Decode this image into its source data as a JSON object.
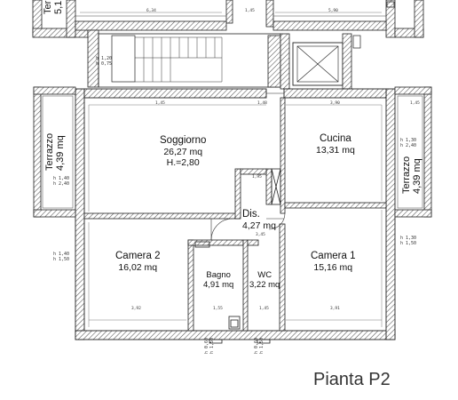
{
  "plan": {
    "title": "Pianta P2",
    "rooms": [
      {
        "key": "soggiorno",
        "name": "Soggiorno",
        "area": "26,27 mq",
        "height": "H.=2,80"
      },
      {
        "key": "cucina",
        "name": "Cucina",
        "area": "13,31 mq"
      },
      {
        "key": "dis",
        "name": "Dis.",
        "area": "4,27 mq"
      },
      {
        "key": "camera2",
        "name": "Camera 2",
        "area": "16,02 mq"
      },
      {
        "key": "camera1",
        "name": "Camera 1",
        "area": "15,16 mq"
      },
      {
        "key": "bagno",
        "name": "Bagno",
        "area": "4,91 mq"
      },
      {
        "key": "wc",
        "name": "WC",
        "area": "3,22 mq"
      },
      {
        "key": "terrazzo_left",
        "name": "Terrazzo",
        "area": "4,39 mq"
      },
      {
        "key": "terrazzo_right",
        "name": "Terrazzo",
        "area": "4,39 mq"
      },
      {
        "key": "top_left_partial",
        "name": "Ter",
        "area": "5,1"
      }
    ],
    "window_marks": [
      {
        "key": "w1",
        "lines": [
          "h 1,20",
          "h 0,75"
        ]
      },
      {
        "key": "w2",
        "lines": [
          "h 1,40",
          "h 2,40"
        ]
      },
      {
        "key": "w3",
        "lines": [
          "h 1,40",
          "h 1,50"
        ]
      },
      {
        "key": "w4",
        "lines": [
          "h 1,30",
          "h 2,40"
        ]
      },
      {
        "key": "w5",
        "lines": [
          "h 1,30",
          "h 1,50"
        ]
      },
      {
        "key": "w6",
        "lines": [
          "h 0,60",
          "h 1,50"
        ]
      },
      {
        "key": "w7",
        "lines": [
          "h 0,60",
          "h 1,50"
        ]
      }
    ],
    "dimensions": {
      "d_top1": "6,34",
      "d_top2": "1,45",
      "d_top3": "5,90",
      "d_mid1": "1,48",
      "d_mid2": "3,90",
      "d_left": "1,45",
      "d_right": "1,45",
      "d_bot1": "3,92",
      "d_bot2": "1,55",
      "d_bot3": "1,45",
      "d_bot4": "3,91",
      "d_dis": "1,95",
      "d_dis2": "3,45"
    }
  }
}
